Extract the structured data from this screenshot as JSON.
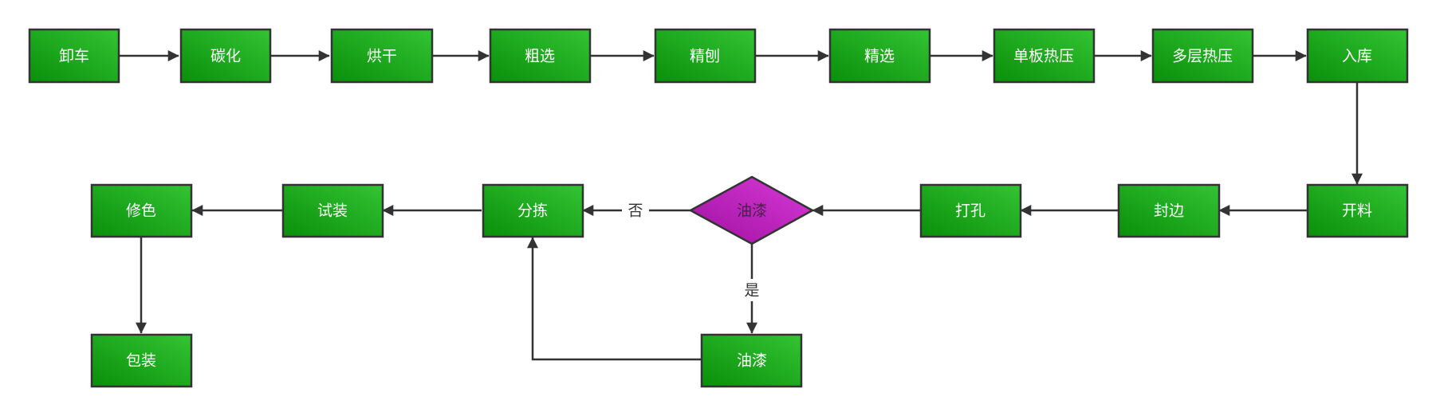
{
  "colors": {
    "process_fill_top": "#33c433",
    "process_fill_bottom": "#0a8f0a",
    "decision_fill_top": "#d83ad8",
    "decision_fill_bottom": "#a010a0",
    "stroke": "#333333",
    "text_on_node": "#ffffff",
    "decision_text": "#4a1f4a"
  },
  "nodes": {
    "unload": "卸车",
    "carbonize": "碳化",
    "dry": "烘干",
    "rough_select": "粗选",
    "fine_plane": "精刨",
    "fine_select": "精选",
    "single_press": "单板热压",
    "multi_press": "多层热压",
    "warehouse": "入库",
    "cut": "开料",
    "edge_seal": "封边",
    "drill": "打孔",
    "paint_decision": "油漆",
    "sort": "分拣",
    "trial_assembly": "试装",
    "touch_up": "修色",
    "package": "包装",
    "paint": "油漆"
  },
  "edge_labels": {
    "no": "否",
    "yes": "是"
  }
}
